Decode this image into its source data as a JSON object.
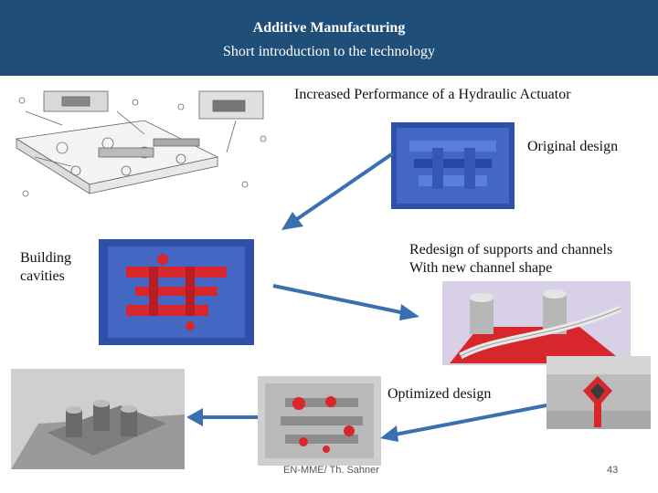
{
  "header": {
    "title": "Additive Manufacturing",
    "subtitle": "Short introduction to the technology"
  },
  "slide": {
    "heading": "Increased Performance of a Hydraulic Actuator",
    "original_label": "Original design",
    "redesign_line1": "Redesign of supports and channels",
    "redesign_line2": "With new channel shape",
    "building_line1": "Building",
    "building_line2": "cavities",
    "optimized_label": "Optimized design"
  },
  "footer": {
    "author": "EN-MME/ Th. Sahner",
    "page_number": "43"
  },
  "colors": {
    "header_bg": "#1f4e79",
    "arrow_blue": "#3a6fb0",
    "cad_blue": "#3b5bb5",
    "channel_red": "#d8262d"
  }
}
